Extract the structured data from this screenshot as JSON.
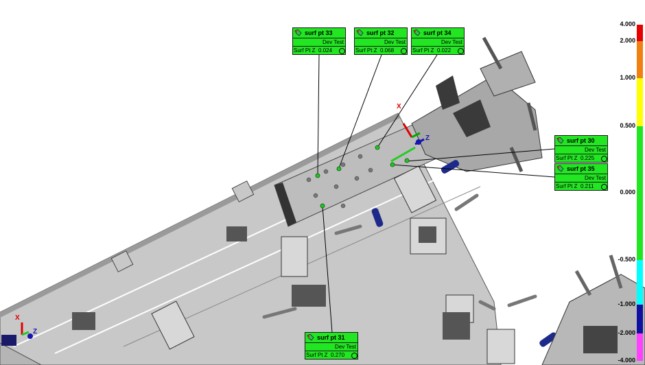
{
  "labels": [
    {
      "id": "surf-pt-33",
      "title": "surf pt 33",
      "header": "Dev Test",
      "axis": "Surf Pt Z",
      "value": "0.024",
      "color": "#22e622"
    },
    {
      "id": "surf-pt-32",
      "title": "surf pt 32",
      "header": "Dev Test",
      "axis": "Surf Pt Z",
      "value": "0.068",
      "color": "#22e622"
    },
    {
      "id": "surf-pt-34",
      "title": "surf pt 34",
      "header": "Dev Test",
      "axis": "Surf Pt Z",
      "value": "0.022",
      "color": "#22e622"
    },
    {
      "id": "surf-pt-30",
      "title": "surf pt 30",
      "header": "Dev Test",
      "axis": "Surf Pt Z",
      "value": "0.225",
      "color": "#22e622"
    },
    {
      "id": "surf-pt-35",
      "title": "surf pt 35",
      "header": "Dev Test",
      "axis": "Surf Pt Z",
      "value": "0.211",
      "color": "#22e622"
    },
    {
      "id": "surf-pt-31",
      "title": "surf pt 31",
      "header": "Dev Test",
      "axis": "Surf Pt Z",
      "value": "0.270",
      "color": "#22e622"
    }
  ],
  "axes_triad_main": {
    "x": "X",
    "z": "Z"
  },
  "axes_triad_corner": {
    "x": "X",
    "z": "Z"
  },
  "color_scale": {
    "ticks": [
      "4.000",
      "2.000",
      "1.000",
      "0.500",
      "0.000",
      "-0.500",
      "-1.000",
      "-2.000",
      "-4.000"
    ],
    "bands": [
      "#e60000",
      "#f08010",
      "#ffff00",
      "#22e622",
      "#22e622",
      "#00ffff",
      "#1010a0",
      "#ff40ff"
    ]
  }
}
